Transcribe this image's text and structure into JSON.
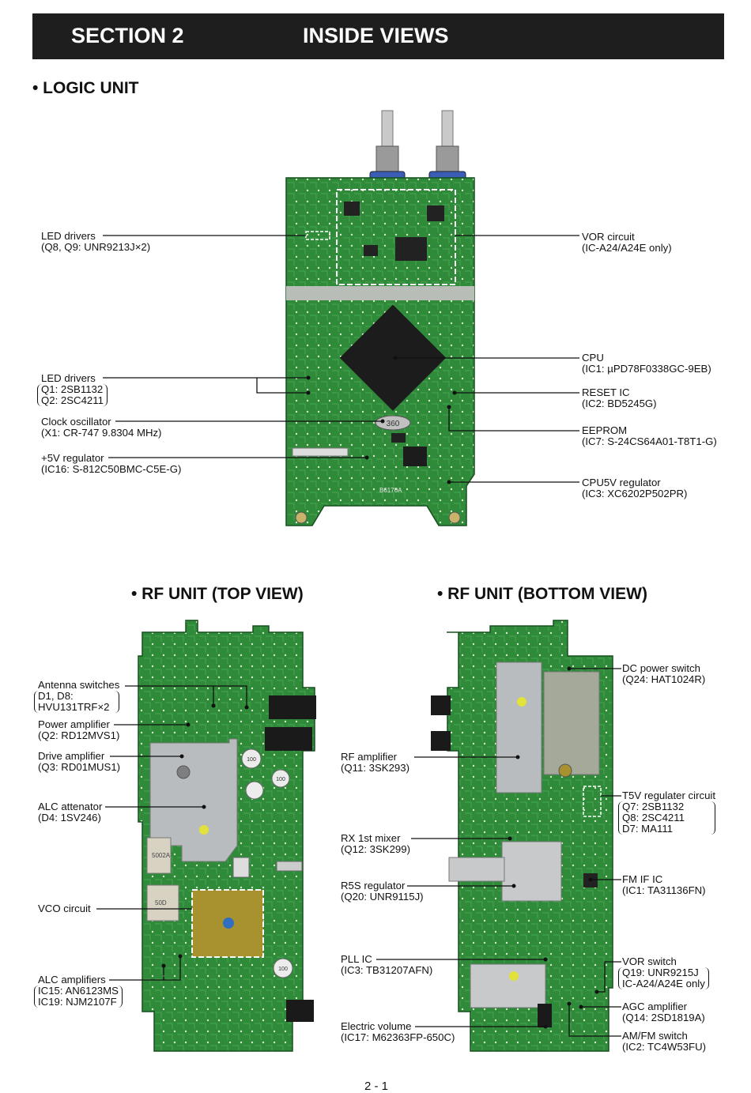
{
  "header": {
    "section": "SECTION 2",
    "title": "INSIDE VIEWS"
  },
  "headings": {
    "logic": "• LOGIC UNIT",
    "rf_top": "• RF UNIT (TOP VIEW)",
    "rf_bottom": "• RF UNIT (BOTTOM VIEW)"
  },
  "logic_left": {
    "led1": [
      "LED drivers",
      "(Q8, Q9: UNR9213J×2)"
    ],
    "led2": [
      "LED drivers",
      "Q1: 2SB1132",
      "Q2: 2SC4211"
    ],
    "clock": [
      "Clock oscillator",
      "(X1: CR-747 9.8304 MHz)"
    ],
    "reg5": [
      "+5V regulator",
      "(IC16: S-812C50BMC-C5E-G)"
    ]
  },
  "logic_right": {
    "vor": [
      "VOR circuit",
      "(IC-A24/A24E only)"
    ],
    "cpu": [
      "CPU",
      "(IC1: µPD78F0338GC-9EB)"
    ],
    "reset": [
      "RESET IC",
      "(IC2: BD5245G)"
    ],
    "eeprom": [
      "EEPROM",
      "(IC7: S-24CS64A01-T8T1-G)"
    ],
    "cpu5v": [
      "CPU5V regulator",
      "(IC3: XC6202P502PR)"
    ]
  },
  "rf_top_labels": {
    "ant": [
      "Antenna switches",
      "D1, D8:",
      "HVU131TRF×2"
    ],
    "pa": [
      "Power amplifier",
      "(Q2: RD12MVS1)"
    ],
    "drive": [
      "Drive amplifier",
      "(Q3: RD01MUS1)"
    ],
    "alc_att": [
      "ALC attenator",
      "(D4: 1SV246)"
    ],
    "vco": [
      "VCO circuit"
    ],
    "alc_amp": [
      "ALC amplifiers",
      "IC15: AN6123MS",
      "IC19: NJM2107F"
    ]
  },
  "rf_bottom_left": {
    "rfamp": [
      "RF amplifier",
      "(Q11: 3SK293)"
    ],
    "mixer": [
      "RX 1st mixer",
      "(Q12: 3SK299)"
    ],
    "r5s": [
      "R5S regulator",
      "(Q20: UNR9115J)"
    ],
    "pll": [
      "PLL IC",
      "(IC3: TB31207AFN)"
    ],
    "evol": [
      "Electric volume",
      "(IC17: M62363FP-650C)"
    ]
  },
  "rf_bottom_right": {
    "dc": [
      "DC power switch",
      "(Q24: HAT1024R)"
    ],
    "t5v": [
      "T5V regulater circuit",
      "Q7: 2SB1132",
      "Q8: 2SC4211",
      "D7: MA111"
    ],
    "fmif": [
      "FM IF IC",
      "(IC1: TA31136FN)"
    ],
    "vorsw": [
      "VOR switch",
      "Q19: UNR9215J",
      "IC-A24/A24E only"
    ],
    "agc": [
      "AGC amplifier",
      "(Q14: 2SD1819A)"
    ],
    "amfm": [
      "AM/FM switch",
      "(IC2: TC4W53FU)"
    ]
  },
  "board_marks": {
    "crystal": "360",
    "logic_code": "B6170A",
    "cap1": "100",
    "cap2": "100",
    "cap3": "100",
    "block1": "5002A",
    "block2": "50D"
  },
  "colors": {
    "pcb": "#2f8a3a",
    "pcb_dark": "#1f6b2a",
    "shield": "#b9bcbf",
    "gold": "#a89230"
  },
  "page_number": "2 - 1"
}
